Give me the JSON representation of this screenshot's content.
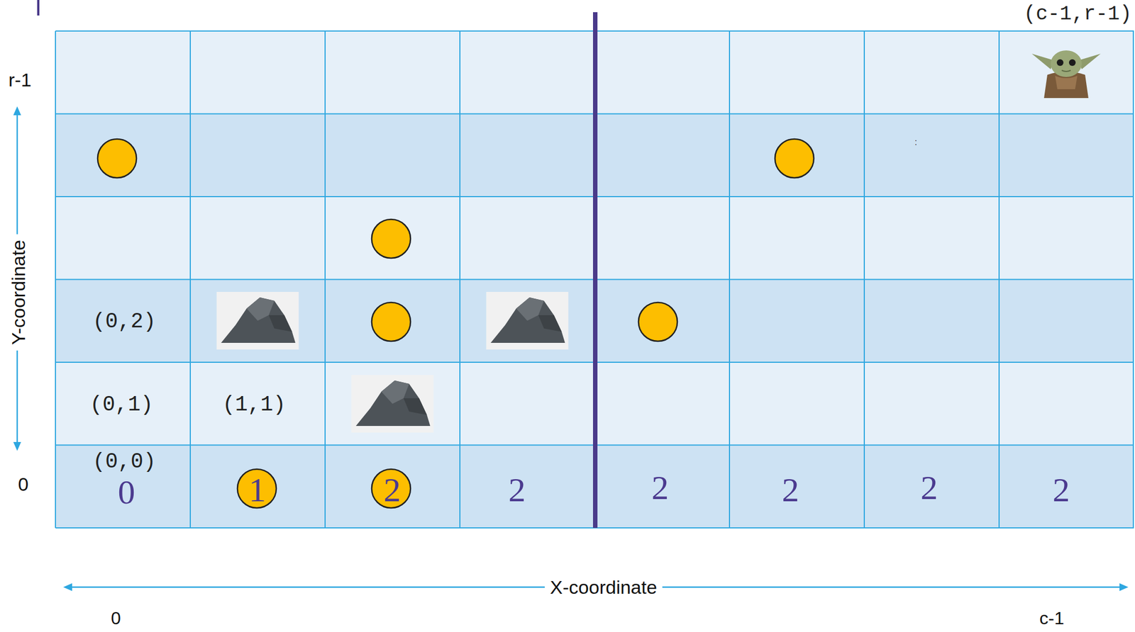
{
  "diagram": {
    "labels": [
      "(c-1,r-1)",
      "r-1",
      "0",
      "Y-coordinate",
      ":",
      "(0,2)",
      "(0,1)",
      "(1,1)",
      "(0,0)",
      "0",
      "1",
      "2",
      "2",
      "2",
      "2",
      "2",
      "2",
      "X-coordinate",
      "0",
      "c-1"
    ]
  }
}
